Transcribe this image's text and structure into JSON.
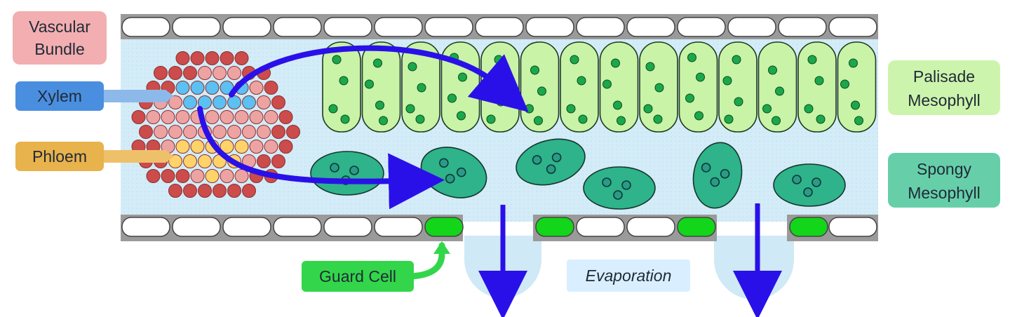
{
  "labels": {
    "vascular_bundle": [
      "Vascular",
      "Bundle"
    ],
    "xylem": "Xylem",
    "phloem": "Phloem",
    "palisade": [
      "Palisade",
      "Mesophyll"
    ],
    "spongy": [
      "Spongy",
      "Mesophyll"
    ],
    "guard_cell": "Guard Cell",
    "evaporation": "Evaporation"
  },
  "colors": {
    "water_space": "#cfe9f6",
    "epidermis": "#ffffff",
    "palisade_cell": "#c9f3a6",
    "chloroplast": "#1aa84a",
    "spongy_cell": "#2eb38a",
    "guard_cell": "#13d51a",
    "xylem": "#5bc0f2",
    "phloem": "#ffd36a",
    "bundle_outer": "#cc4b4b",
    "bundle_inner": "#eea3a3",
    "arrow": "#2a10e8",
    "vascular_label_bg": "#f2aeb0",
    "xylem_label_bg": "#4a8ee0",
    "phloem_label_bg": "#e8b24c",
    "palisade_label_bg": "#cdf4ad",
    "spongy_label_bg": "#66cfa9",
    "guard_label_bg": "#33d64a",
    "evaporation_label_bg": "#d9efff"
  }
}
